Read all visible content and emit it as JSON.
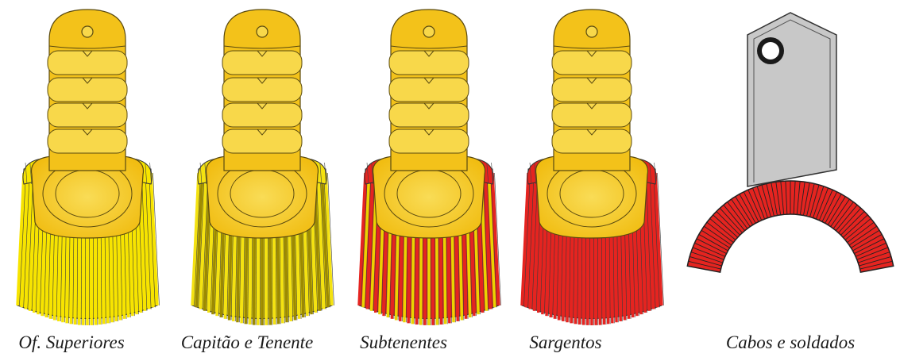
{
  "items": [
    {
      "caption": "Of. Superiores",
      "kind": "epaulette",
      "fringe": [
        "#f7e400",
        "#f7e400"
      ]
    },
    {
      "caption": "Capitão e Tenente",
      "kind": "epaulette",
      "fringe": [
        "#f4e211",
        "#9c8a00"
      ]
    },
    {
      "caption": "Subtenentes",
      "kind": "epaulette",
      "fringe": [
        "#e52420",
        "#e9d400"
      ]
    },
    {
      "caption": "Sargentos",
      "kind": "epaulette",
      "fringe": [
        "#e52420",
        "#e52420"
      ]
    },
    {
      "caption": "Cabos e soldados",
      "kind": "shoulder-strap",
      "fringe": [
        "#e52420",
        "#e52420"
      ]
    }
  ],
  "colors": {
    "gold": "#f3c21a",
    "gold_light": "#f8d84a",
    "outline": "#5a4a10",
    "strap": "#c8c8c8"
  }
}
